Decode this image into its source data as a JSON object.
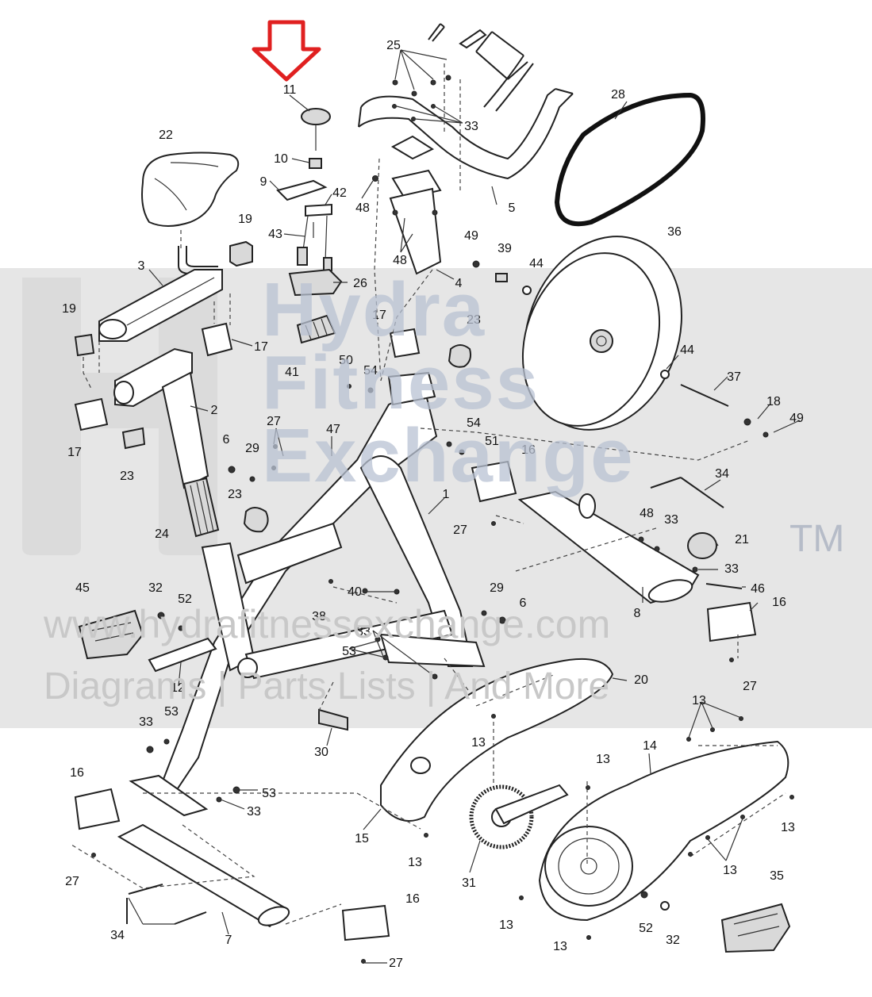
{
  "watermark": {
    "brand": "Hydra Fitness Exchange",
    "brand_lines": [
      "Hydra",
      "Fitness",
      "Exchange"
    ],
    "trademark": "TM",
    "url": "www.hydrafitnessexchange.com",
    "tagline": "Diagrams | Parts Lists | And More"
  },
  "highlight": {
    "part": "11",
    "color": "#e02020"
  },
  "colors": {
    "line": "#222222",
    "watermark_band": "#e6e6e6",
    "watermark_text": "#b9c2d3"
  },
  "callouts": [
    "25",
    "33",
    "28",
    "11",
    "10",
    "22",
    "9",
    "42",
    "19",
    "48",
    "5",
    "43",
    "49",
    "39",
    "44",
    "36",
    "3",
    "26",
    "4",
    "17",
    "23",
    "41",
    "2",
    "50",
    "54",
    "18",
    "27",
    "47",
    "6",
    "29",
    "16",
    "1",
    "24",
    "21",
    "46",
    "45",
    "32",
    "52",
    "38",
    "40",
    "8",
    "53",
    "12",
    "20",
    "30",
    "13",
    "14",
    "15",
    "7",
    "31",
    "35",
    "34"
  ]
}
